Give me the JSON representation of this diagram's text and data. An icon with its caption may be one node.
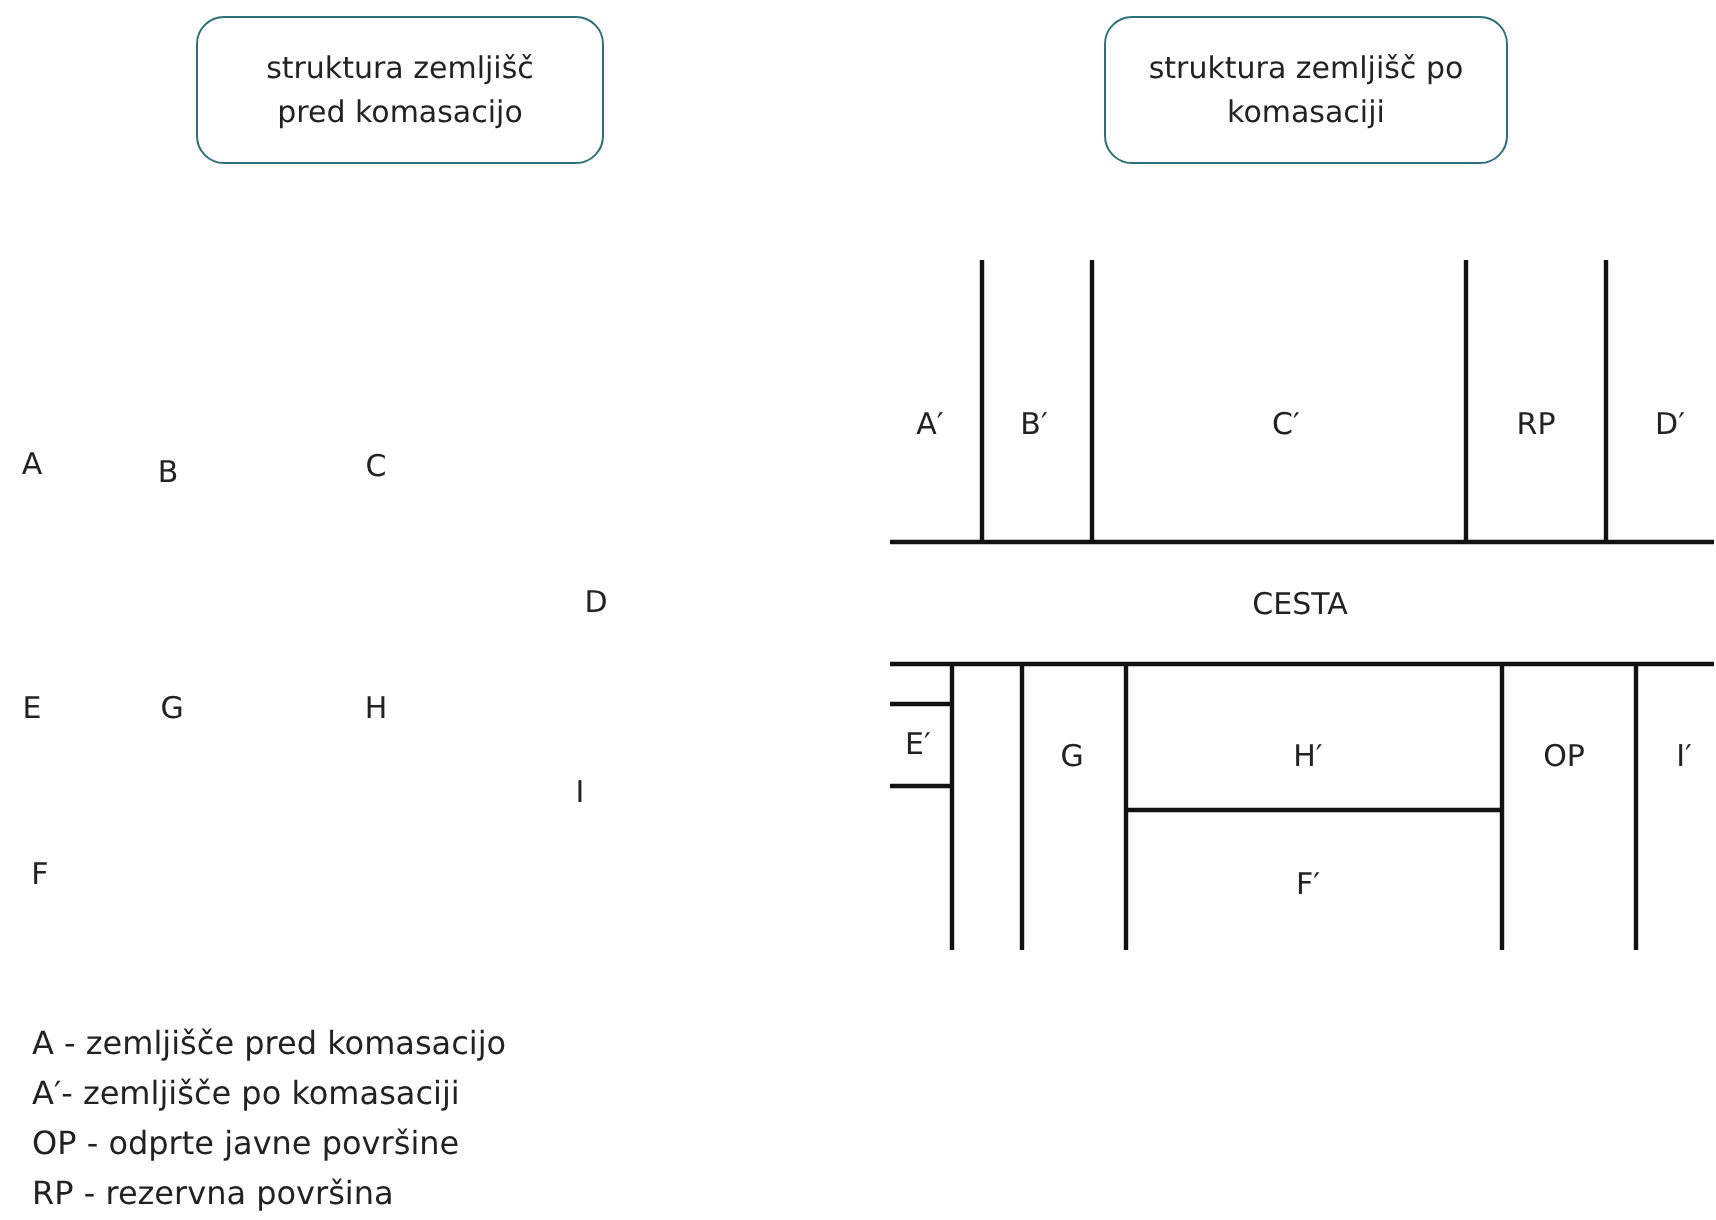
{
  "diagram": {
    "nodes": [
      {
        "text": [
          "struktura zemljišč pred komasacijo"
        ]
      },
      {
        "text": [
          "struktura zemljišč po komasaciji"
        ]
      }
    ],
    "labels": [
      "A",
      "B",
      "C",
      "D",
      "E",
      "G",
      "H",
      "I",
      "F",
      "A′",
      "B′",
      "C′",
      "RP",
      "D′",
      "CESTA",
      "E′",
      "G",
      "H′",
      "OP",
      "I′",
      "F′",
      "A - zemljišče pred komasacijo",
      "A′- zemljišče po komasaciji",
      "OP - odprte javne površine",
      "RP - rezervna površina"
    ]
  }
}
